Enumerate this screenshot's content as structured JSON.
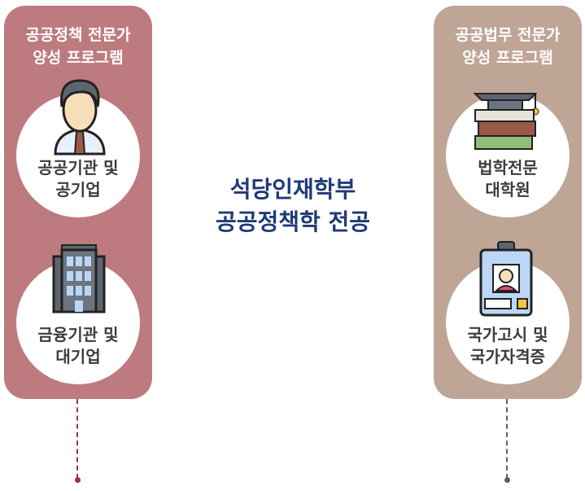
{
  "left_panel": {
    "title_line1": "공공정책 전문가",
    "title_line2": "양성 프로그램",
    "items": [
      {
        "line1": "공공기관 및",
        "line2": "공기업",
        "icon": "businessman-icon"
      },
      {
        "line1": "금융기관 및",
        "line2": "대기업",
        "icon": "office-building-icon"
      }
    ]
  },
  "right_panel": {
    "title_line1": "공공법무 전문가",
    "title_line2": "양성 프로그램",
    "items": [
      {
        "line1": "법학전문",
        "line2": "대학원",
        "icon": "books-graduation-cap-icon"
      },
      {
        "line1": "국가고시 및",
        "line2": "국가자격증",
        "icon": "id-badge-icon"
      }
    ]
  },
  "center": {
    "line1": "석당인재학부",
    "line2": "공공정책학 전공"
  },
  "colors": {
    "left": "#bd7b7f",
    "right": "#bfa596",
    "title": "#1f3a78"
  }
}
